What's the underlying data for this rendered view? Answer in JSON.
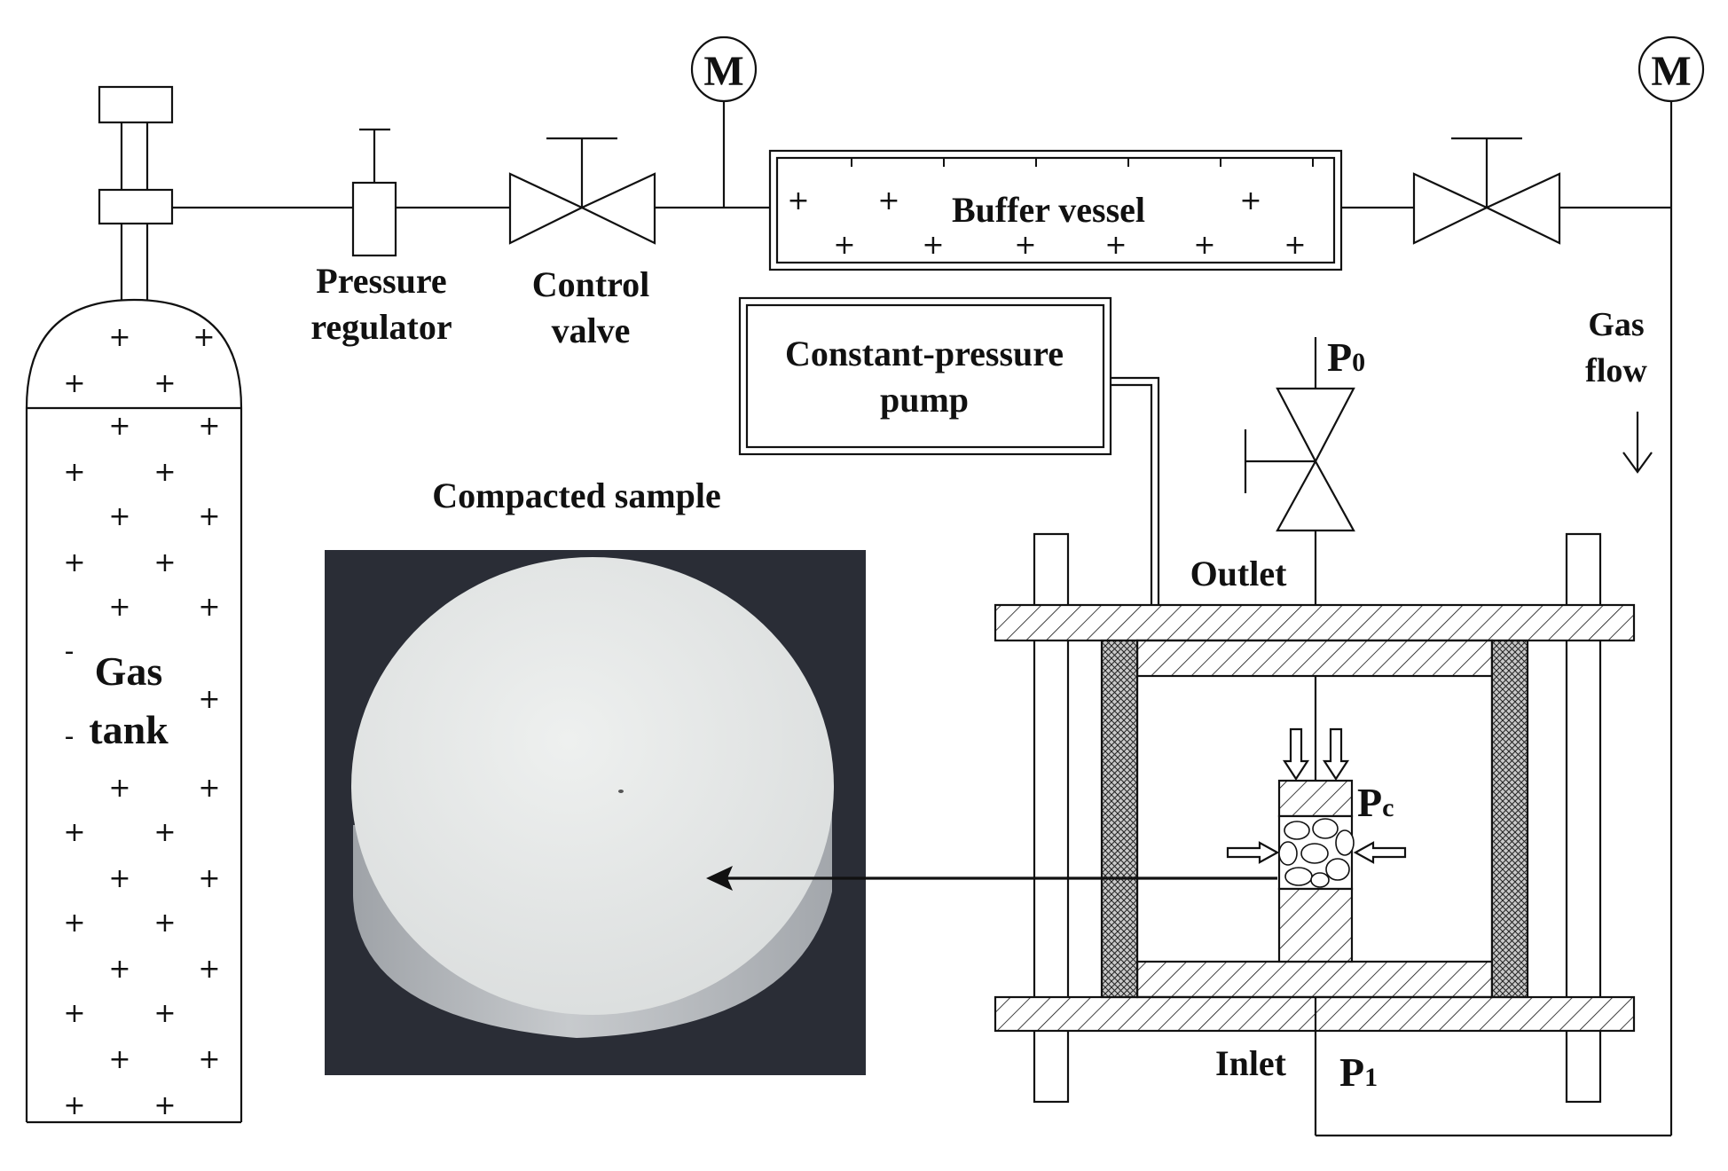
{
  "labels": {
    "meter": "M",
    "pressure_regulator_line1": "Pressure",
    "pressure_regulator_line2": "regulator",
    "control_valve_line1": "Control",
    "control_valve_line2": "valve",
    "buffer_vessel": "Buffer vessel",
    "constant_pressure_pump_line1": "Constant-pressure",
    "constant_pressure_pump_line2": "pump",
    "p0_main": "P",
    "p0_sub": "0",
    "gas_flow_line1": "Gas",
    "gas_flow_line2": "flow",
    "compacted_sample": "Compacted sample",
    "gas_tank_line1": "Gas",
    "gas_tank_line2": "tank",
    "outlet": "Outlet",
    "inlet": "Inlet",
    "p1_main": "P",
    "p1_sub": "1",
    "pc_main": "P",
    "pc_sub": "c"
  },
  "symbols": {
    "plus": "+",
    "dash": "-"
  },
  "colors": {
    "line": "#111111",
    "photo_background": "#2a2d36",
    "sample_top": "#e6e8e7",
    "sample_side": "#b9bcc0",
    "hatch_fill": "#ffffff",
    "mesh_fill": "#8d8d8d"
  }
}
